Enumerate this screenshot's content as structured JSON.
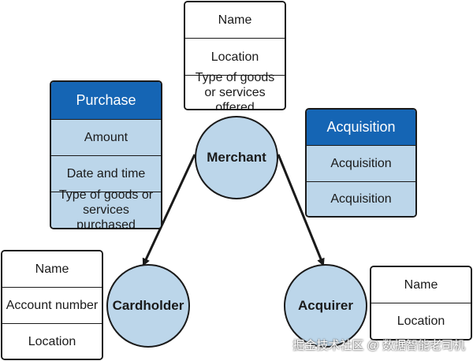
{
  "merchant_table": {
    "rows": [
      "Name",
      "Location",
      "Type of goods or services offered"
    ]
  },
  "purchase_table": {
    "header": "Purchase",
    "rows": [
      "Amount",
      "Date and time",
      "Type of goods or services purchased"
    ]
  },
  "acquisition_table": {
    "header": "Acquisition",
    "rows": [
      "Acquisition",
      "Acquisition"
    ]
  },
  "cardholder_table": {
    "rows": [
      "Name",
      "Account number",
      "Location"
    ]
  },
  "acquirer_table": {
    "rows": [
      "Name",
      "Location"
    ]
  },
  "nodes": {
    "merchant": "Merchant",
    "cardholder": "Cardholder",
    "acquirer": "Acquirer"
  },
  "watermark": "掘金技术社区 @ 数据智能老司机",
  "colors": {
    "header_blue": "#1565b4",
    "light_blue": "#bcd6ea",
    "outline": "#1a1a1a"
  }
}
